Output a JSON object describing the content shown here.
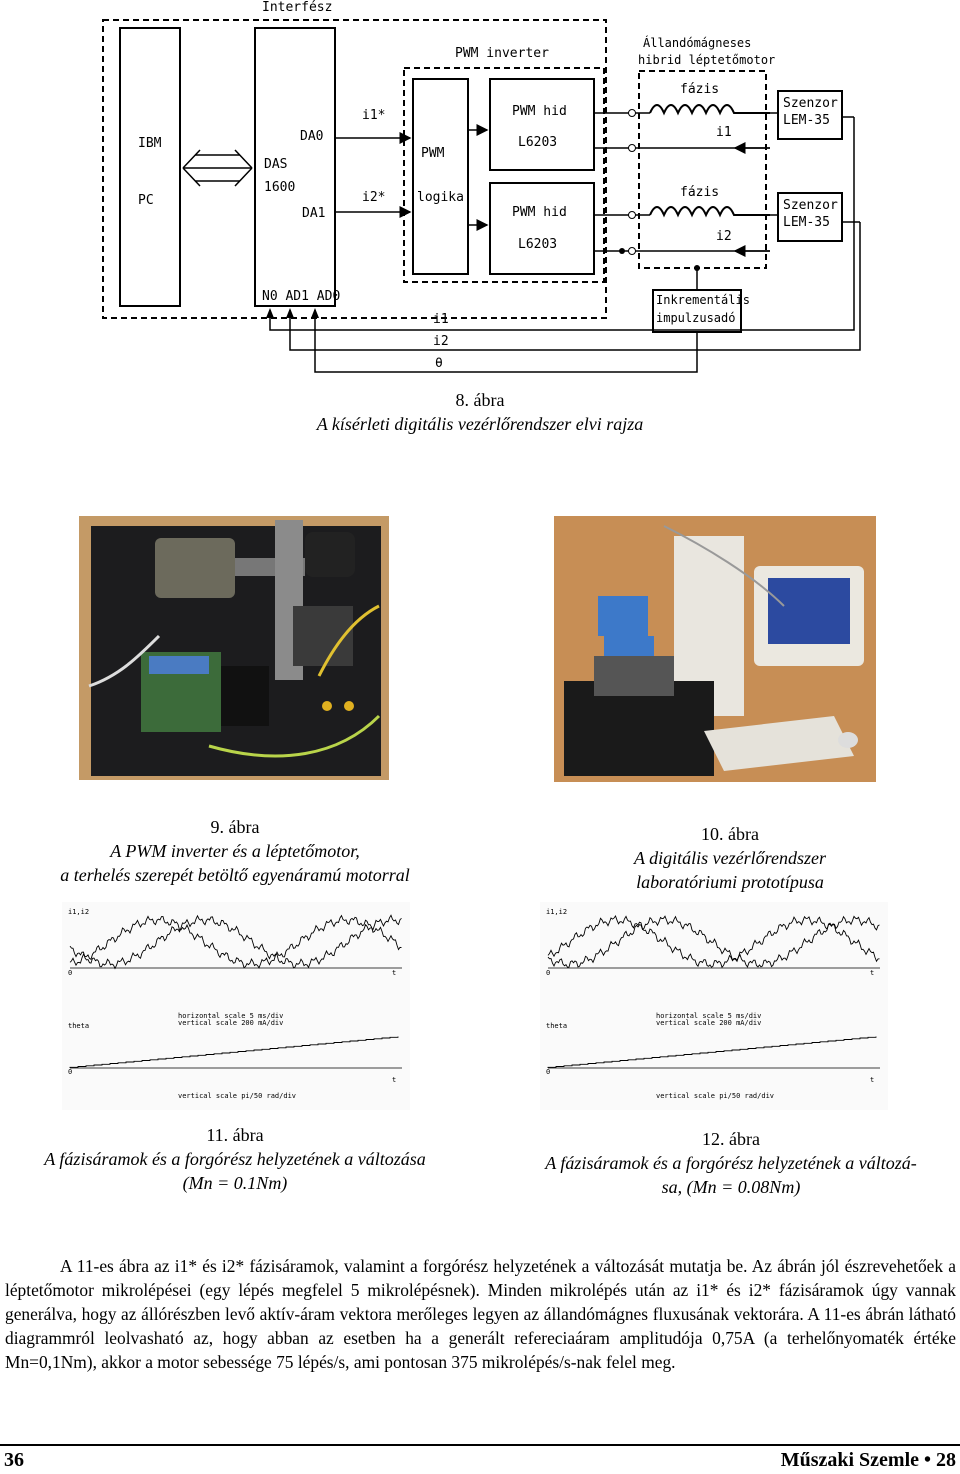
{
  "diagram": {
    "interface_label": "Interfész",
    "pwm_inverter_label": "PWM inverter",
    "motor_title_line1": "Állandómágneses",
    "motor_title_line2": "hibrid léptetőmotor",
    "ibm": "IBM",
    "pc": "PC",
    "da0": "DA0",
    "das": "DAS",
    "das_num": "1600",
    "da1": "DA1",
    "i1_star": "i1*",
    "i2_star": "i2*",
    "pwm": "PWM",
    "logika": "logika",
    "pwm_hid1": "PWM hid",
    "l6203_1": "L6203",
    "pwm_hid2": "PWM hid",
    "l6203_2": "L6203",
    "fazis1": "fázis",
    "fazis2": "fázis",
    "i1": "i1",
    "i2": "i2",
    "szenzor1_a": "Szenzor",
    "szenzor1_b": "LEM-35",
    "szenzor2_a": "Szenzor",
    "szenzor2_b": "LEM-35",
    "inputs": "N0 AD1 AD0",
    "inkr_a": "Inkrementális",
    "inkr_b": "impulzusadó",
    "fb_i1": "i1",
    "fb_i2": "i2",
    "fb_theta": "θ"
  },
  "fig8": {
    "num": "8. ábra",
    "title": "A kísérleti digitális vezérlőrendszer elvi rajza"
  },
  "fig9": {
    "num": "9. ábra",
    "title_line1": "A PWM inverter és a léptetőmotor,",
    "title_line2": "a terhelés szerepét betöltő egyenáramú motorral"
  },
  "fig10": {
    "num": "10. ábra",
    "title_line1": "A digitális vezérlőrendszer",
    "title_line2": "laboratóriumi prototípusa"
  },
  "fig11": {
    "num": "11. ábra",
    "title_line1": "A fázisáramok és a forgórész helyzetének a változása",
    "title_line2": "(Mn = 0.1Nm)"
  },
  "fig12": {
    "num": "12. ábra",
    "title_line1": "A fázisáramok és a forgórész helyzetének a változá-",
    "title_line2": "sa, (Mn = 0.08Nm)"
  },
  "scope": {
    "label_top": "i1,i2",
    "zero": "0",
    "t": "t",
    "theta": "theta",
    "hscale": "horizontal scale 5 ms/div",
    "vscale": "vertical scale 200 mA/div",
    "vscale2": "vertical scale pi/50 rad/div"
  },
  "body": {
    "paragraph": "A 11-es ábra az i1* és i2* fázisáramok, valamint a forgórész helyzetének a változását mutatja be. Az ábrán jól észrevehetőek a léptetőmotor mikrolépései (egy lépés megfelel 5 mikrolépésnek). Minden mikrolépés után az i1* és i2* fázisáramok úgy vannak generálva, hogy az állórészben levő aktív-áram vektora merőleges legyen az állandómágnes fluxusának vektorára. A 11-es ábrán látható diagrammról leolvasható az, hogy abban az esetben ha a generált refereciaáram amplitudója 0,75A (a terhelőnyomaték értéke Mn=0,1Nm), akkor a motor sebessége 75 lépés/s, ami pontosan 375 mikrolépés/s-nak felel meg."
  },
  "footer": {
    "page": "36",
    "journal": "Műszaki Szemle • 28"
  }
}
